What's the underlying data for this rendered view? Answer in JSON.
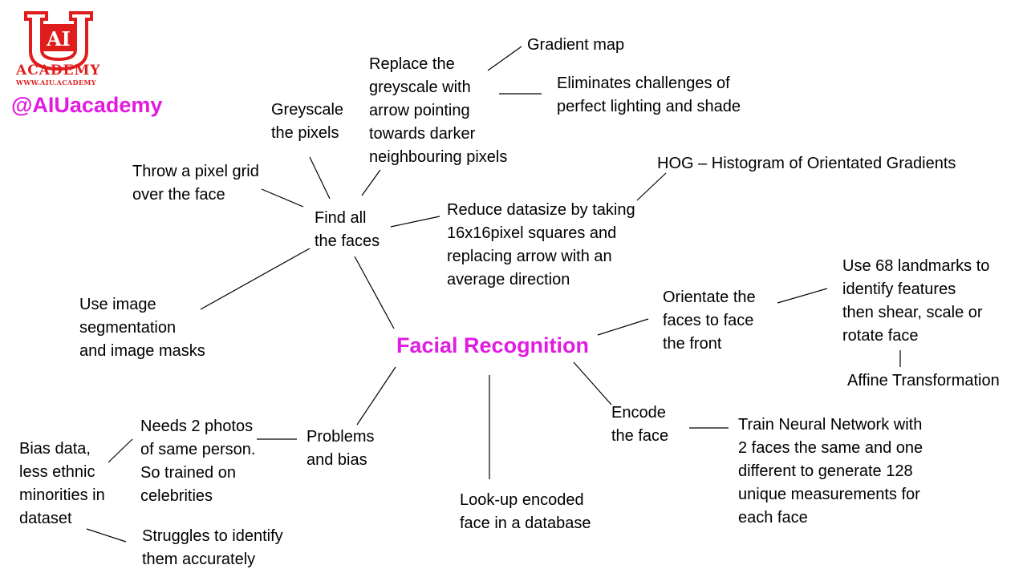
{
  "brand": {
    "logo_letters": "AIU",
    "name": "ACADEMY",
    "url": "WWW.AIU.ACADEMY",
    "handle": "@AIUacademy",
    "color_red": "#e01d1d",
    "color_magenta": "#e11be1"
  },
  "diagram": {
    "title": "Facial Recognition",
    "nodes": {
      "find_faces": "Find all\nthe faces",
      "greyscale": "Greyscale\nthe pixels",
      "pixel_grid": "Throw a pixel grid\nover the face",
      "replace_greyscale": "Replace the\ngreyscale with\narrow pointing\ntowards darker\nneighbouring pixels",
      "gradient_map": "Gradient map",
      "lighting": "Eliminates challenges of\nperfect lighting and shade",
      "hog": "HOG – Histogram of Orientated Gradients",
      "reduce": "Reduce datasize by taking\n16x16pixel squares and\nreplacing arrow with an\naverage direction",
      "segmentation": "Use image\nsegmentation\nand image masks",
      "orientate": "Orientate the\nfaces to face\nthe front",
      "landmarks": "Use 68 landmarks to\nidentify features\nthen shear, scale or\nrotate face",
      "affine": "Affine Transformation",
      "encode": "Encode\nthe face",
      "train": "Train Neural Network with\n2 faces the same and one\ndifferent to generate 128\nunique measurements for\neach face",
      "lookup": "Look-up encoded\nface in a database",
      "problems": "Problems\nand bias",
      "needs_photos": "Needs 2 photos\nof same person.\nSo trained on\ncelebrities",
      "bias_data": "Bias data,\nless ethnic\nminorities in\ndataset",
      "struggles": "Struggles to identify\nthem accurately"
    }
  }
}
